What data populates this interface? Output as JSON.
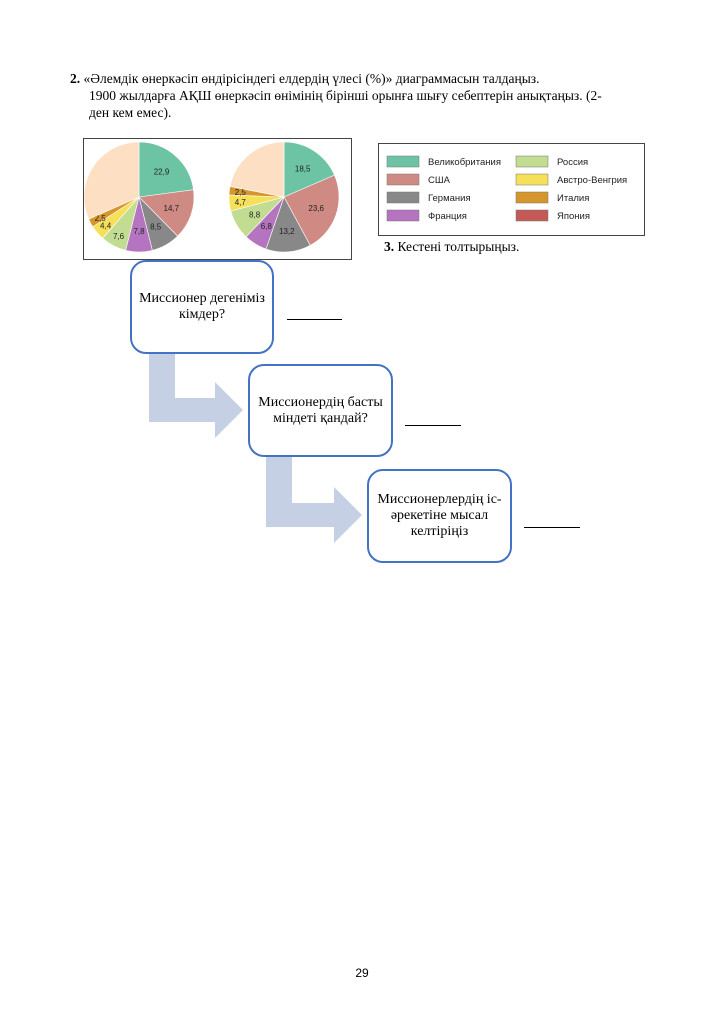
{
  "task2": {
    "number": "2.",
    "line1": "«Әлемдік өнеркәсіп өндірісіндегі елдердің үлесі (%)» диаграммасын талдаңыз.",
    "line2": "1900 жылдарға АҚШ өнеркәсіп өнімінің бірінші орынға шығу себептерін анықтаңыз. (2-",
    "line3": "ден кем емес)."
  },
  "chart_data": [
    {
      "type": "pie",
      "categories": [
        "Великобритания",
        "США",
        "Германия",
        "Франция",
        "Россия",
        "Австро-Венгрия",
        "Италия"
      ],
      "values": [
        22.9,
        14.7,
        8.5,
        7.8,
        7.6,
        4.4,
        2.5
      ],
      "labels": [
        "22,9",
        "14,7",
        "8,5",
        "7,8",
        "7,6",
        "4,4",
        "2,5"
      ]
    },
    {
      "type": "pie",
      "categories": [
        "Великобритания",
        "США",
        "Германия",
        "Франция",
        "Россия",
        "Австро-Венгрия",
        "Италия"
      ],
      "values": [
        18.5,
        23.6,
        13.2,
        6.8,
        8.8,
        4.7,
        2.5
      ],
      "labels": [
        "18,5",
        "23,6",
        "13,2",
        "6,8",
        "8,8",
        "4,7",
        "2,5"
      ]
    }
  ],
  "legend": [
    {
      "label": "Великобритания",
      "color": "#6cc4a4"
    },
    {
      "label": "Россия",
      "color": "#c2dc91"
    },
    {
      "label": "США",
      "color": "#cf8a84"
    },
    {
      "label": "Австро-Венгрия",
      "color": "#f6e05a"
    },
    {
      "label": "Германия",
      "color": "#888888"
    },
    {
      "label": "Италия",
      "color": "#d6962e"
    },
    {
      "label": "Франция",
      "color": "#b574c0"
    },
    {
      "label": "Япония",
      "color": "#c45a55"
    }
  ],
  "rest_color": "#fde0c4",
  "task3": {
    "number": "3.",
    "text": "Кестені толтырыңыз."
  },
  "flow": {
    "box1": "Миссионер дегеніміз кімдер?",
    "box2": "Миссионердің басты міндеті қандай?",
    "box3": "Миссионерлердің іс-әрекетіне мысал келтіріңіз"
  },
  "page_number": "29"
}
